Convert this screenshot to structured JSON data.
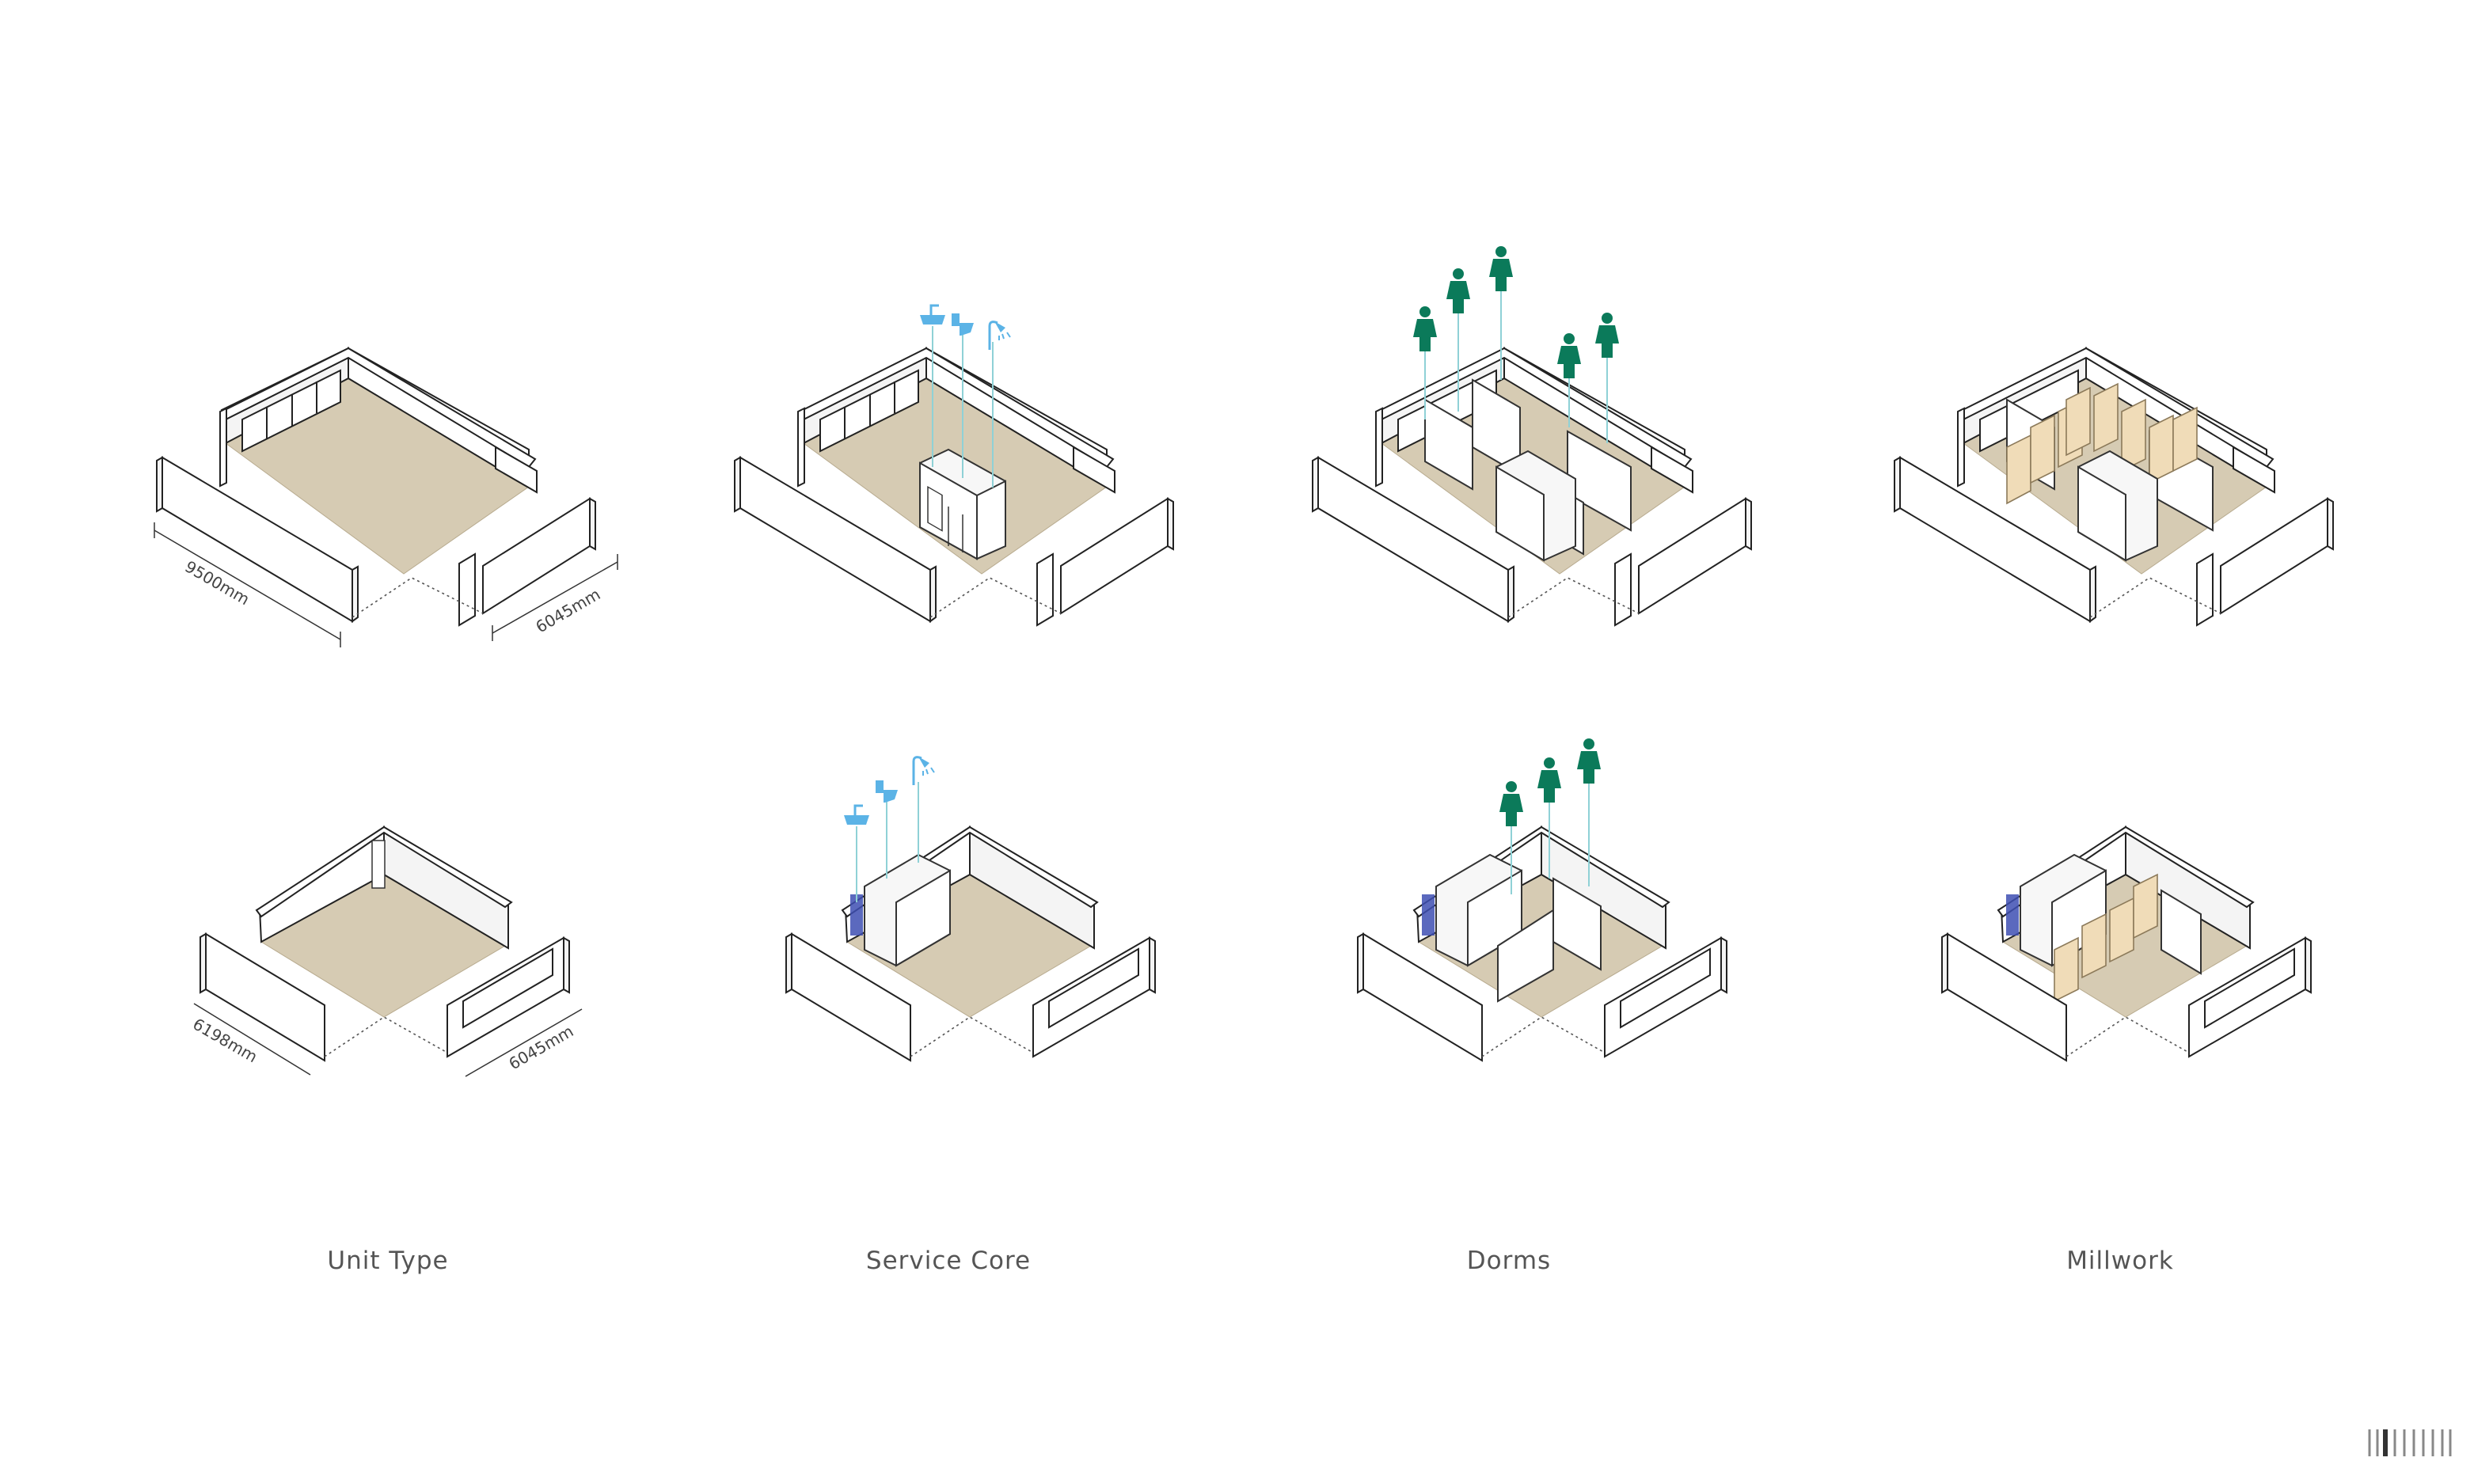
{
  "captions": {
    "unit_type": "Unit Type",
    "service_core": "Service Core",
    "dorms": "Dorms",
    "millwork": "Millwork"
  },
  "dimensions": {
    "top_length": "9500mm",
    "top_width": "6045mm",
    "bottom_length": "6198mm",
    "bottom_width": "6045mm"
  },
  "colors": {
    "floor": "#d6cbb3",
    "fixture_blue": "#5bb3e6",
    "person_green": "#0b7a5a",
    "millwork": "#f0dcb8",
    "tile_blue": "#3e4fb3"
  },
  "icons": {
    "fixtures": [
      "sink-icon",
      "toilet-icon",
      "shower-icon"
    ],
    "occupant": "person-icon"
  }
}
